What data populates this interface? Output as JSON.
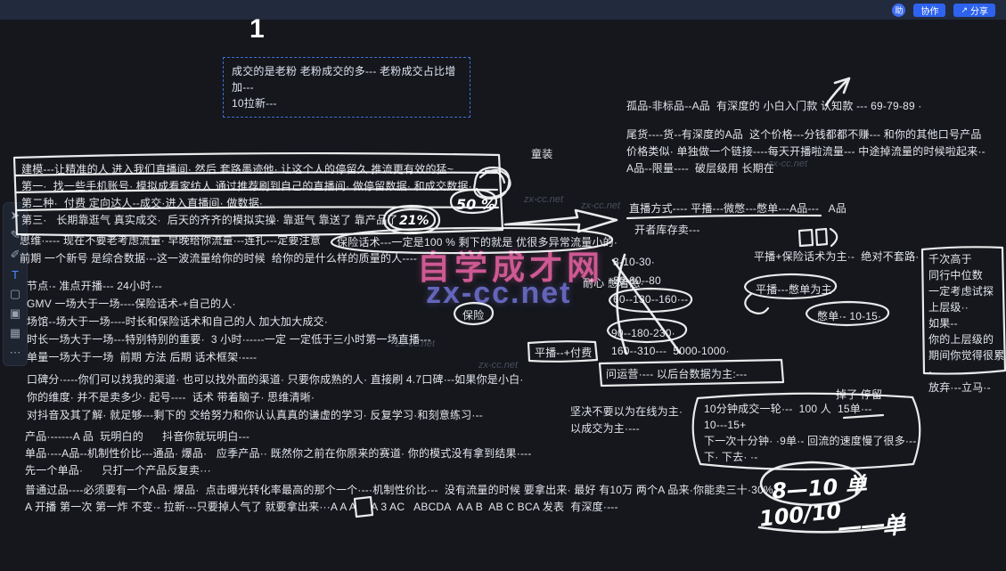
{
  "topbar": {
    "avatar": "助",
    "collab_label": "协作",
    "share_label": "分享",
    "share_icon": "↗"
  },
  "toolbar": {
    "tools": [
      {
        "name": "select-tool",
        "glyph": "➤"
      },
      {
        "name": "pen-tool",
        "glyph": "✎"
      },
      {
        "name": "marker-tool",
        "glyph": "✐"
      },
      {
        "name": "text-tool",
        "glyph": "T"
      },
      {
        "name": "shape-tool",
        "glyph": "▢"
      },
      {
        "name": "sticky-note-tool",
        "glyph": "▣"
      },
      {
        "name": "image-tool",
        "glyph": "▦"
      },
      {
        "name": "more-tools",
        "glyph": "⋯"
      }
    ]
  },
  "watermark": {
    "title": "自学成才网",
    "url": "zx-cc.net",
    "scatter": "zx-cc.net"
  },
  "notes": {
    "big_number": "1",
    "fans_box": "成交的是老粉 老粉成交的多--- 老粉成交占比增加---\n10拉新---",
    "kids_wear": "童装",
    "solo_item": "孤品-非标品--A品  有深度的 小白入门款 认知款 --- 69-79-89 ·",
    "tail_goods": "尾货----货--有深度的A品  这个价格---分钱都都不赚--- 和你的其他口号产品\n价格类似· 单独做一个链接----每天开播啦流量--- 中途掉流量的时候啦起来·-\nA品--限量----  破层级用 长期在",
    "modeling": "建模---让精准的人 进入我们直播间· 然后 套路墨迹他· 让这个人的停留久 推流更有效的猛~\n第一·  找一些手机账号· 模拟成看家纺人 通过推荐刷到自己的直播间· 做停留数据· 和成交数据·\n第二种·  付费 定向达人--成交·进入直播间· 做数据·\n第三·   长期靠逛气 真实成交·  后天的齐齐的模拟实操· 靠逛气 靠送了 靠产品了",
    "mindset": "思维·---- 现在不要老考虑流量· 早晚给你流量·--连扎---定要注意",
    "insurance_script": "保险话术---一定是100 % 剩下的就是 优很多异常流量小的·",
    "early_stage": "前期 一个新号 是综合数据·--这一波流量给你的时候  给你的是什么样的质量的人----",
    "schedule": "节点·- 准点开播--- 24小时·--\nGMV 一场大于一场----保险话术-+自己的人·\n场馆--场大于一场----时长和保险话术和自己的人 加大加大成交·\n时长一场大于一场---特别特别的重要·  3 小时·-----一定 一定低于三小时第一场直播---\n单量一场大于一场  前期 方法 后期 话术框架·----",
    "patience": "耐心 憋着急·",
    "insurance_word": "保险",
    "reputation": "口碑分·----你们可以找我的渠道· 也可以找外面的渠道· 只要你成熟的人· 直接刷 4.7口碑·--如果你是小白·\n你的维度· 并不是卖多少· 起号----  话术 带着脑子· 思维清晰·\n对抖音及其了解· 就足够---剩下的 交给努力和你认认真真的谦虚的学习· 反复学习·和刻意练习·--",
    "product": "产品·------A 品  玩明白的      抖音你就玩明白---\n单品·---A品--机制性价比---通品· 爆品·   应季产品·· 既然你之前在你原来的赛道· 你的模式没有拿到结果·---\n先一个单品·      只打一个产品反复卖···",
    "pass_item": "普通过品----必须要有一个A品· 爆品·  点击曝光转化率最高的那个一个·--·机制性价比·--  没有流量的时候 要拿出来· 最好 有10万 两个A 品来·你能卖三十·30%·\nA 开播 第一次 第一炸 不变·- 拉新·--只要掉人气了 就要拿出来···A A A     A 3 AC   ABCDA  A A B  AB C BCA 发表  有深度·---",
    "live_mode": "直播方式---- 平播---微憋---憋单---A品---   A品",
    "inventory": "开者库存卖---",
    "pingbo_insurance": "平播+保险话术为主·-  绝对不套路·",
    "numbers_a": "3-10-30·\n30-60--80\n60--130--160·--",
    "numbers_b": "90--180-230·\n160--310---  5000-1000·",
    "pingbo_biedan": "平播---憋单为主",
    "biedan": "憋单·- 10-15·",
    "pingbo_paid": "平播--+付费",
    "ask_ops": "问运营·--- 以后台数据为主:---",
    "insist": "坚决不要以为在线为主·\n以成交为主·---",
    "ten_min": "10分钟成交一轮·--  100 人  15单·--\n10---15+\n下一次十分钟· ·9单·- 回流的速度慢了很多·--\n下· 下去· ·-",
    "dropped": "掉了 停留·-",
    "threshold": "千次高于\n同行中位数\n一定考虑试探\n上层级··\n如果--\n你的上层级的\n期间你觉得很累·\n放弃·--立马·-",
    "pct50": "50 %",
    "pct21": "21%",
    "hand1": "8—10 单",
    "hand2": "100/10",
    "hand3": "一一单"
  }
}
